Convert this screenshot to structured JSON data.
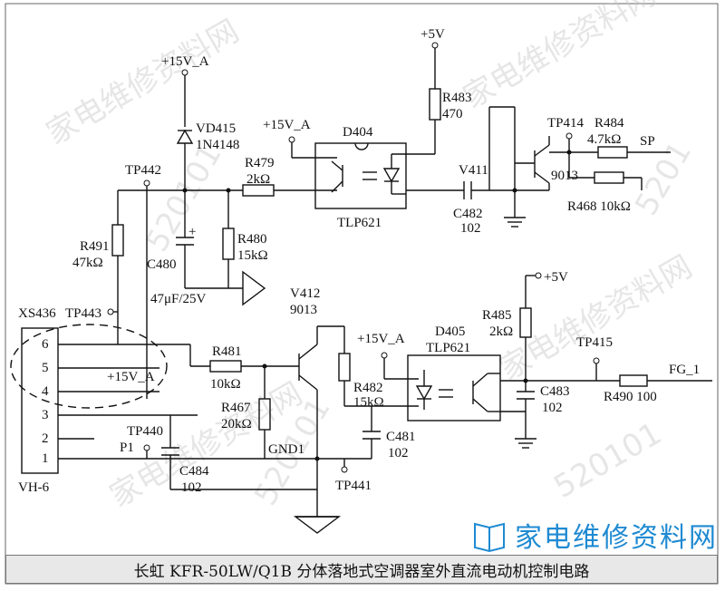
{
  "caption": "长虹 KFR-50LW/Q1B 分体落地式空调器室外直流电动机控制电路",
  "logo": {
    "text": "家电维修资料网",
    "icon": "book-icon",
    "color": "#1e8ad2"
  },
  "watermarks": [
    "家电维修资料网",
    "520101",
    "5201"
  ],
  "labels": {
    "vcc15a_top": "+15V_A",
    "vcc5_top": "+5V",
    "vd415": "VD415",
    "vd415_part": "1N4148",
    "d404": "D404",
    "d404_part": "TLP621",
    "r483": "R483",
    "r483_val": "470",
    "vcc15a_d404": "+15V_A",
    "tp414": "TP414",
    "r484": "R484",
    "r484_val": "4.7kΩ",
    "sp": "SP",
    "tp442": "TP442",
    "r479": "R479",
    "r479_val": "2kΩ",
    "v411": "V411",
    "v411_part": "9013",
    "c482": "C482",
    "c482_val": "102",
    "r468": "R468 10kΩ",
    "r491": "R491",
    "r491_val": "47kΩ",
    "r480": "R480",
    "r480_val": "15kΩ",
    "c480": "C480",
    "c480_plus": "+",
    "c480_val": "47μF/25V",
    "xs436": "XS436",
    "tp443": "TP443",
    "v412": "V412",
    "v412_part": "9013",
    "vcc5_mid": "+5V",
    "r485": "R485",
    "r485_val": "2kΩ",
    "d405": "D405",
    "d405_part": "TLP621",
    "vcc15a_d405": "+15V_A",
    "tp415": "TP415",
    "r481": "R481",
    "r481_val": "10kΩ",
    "vcc15a_conn": "+15V_A",
    "r482": "R482",
    "r482_val": "15kΩ",
    "c483": "C483",
    "c483_val": "102",
    "r490": "R490 100",
    "fg1": "FG_1",
    "r467": "R467",
    "r467_val": "20kΩ",
    "c481": "C481",
    "c481_val": "102",
    "tp440": "TP440",
    "p1": "P1",
    "gnd1": "GND1",
    "c484": "C484",
    "c484_val": "102",
    "tp441": "TP441",
    "vh6": "VH-6",
    "pin6": "6",
    "pin5": "5",
    "pin4": "4",
    "pin3": "3",
    "pin2": "2",
    "pin1": "1"
  }
}
